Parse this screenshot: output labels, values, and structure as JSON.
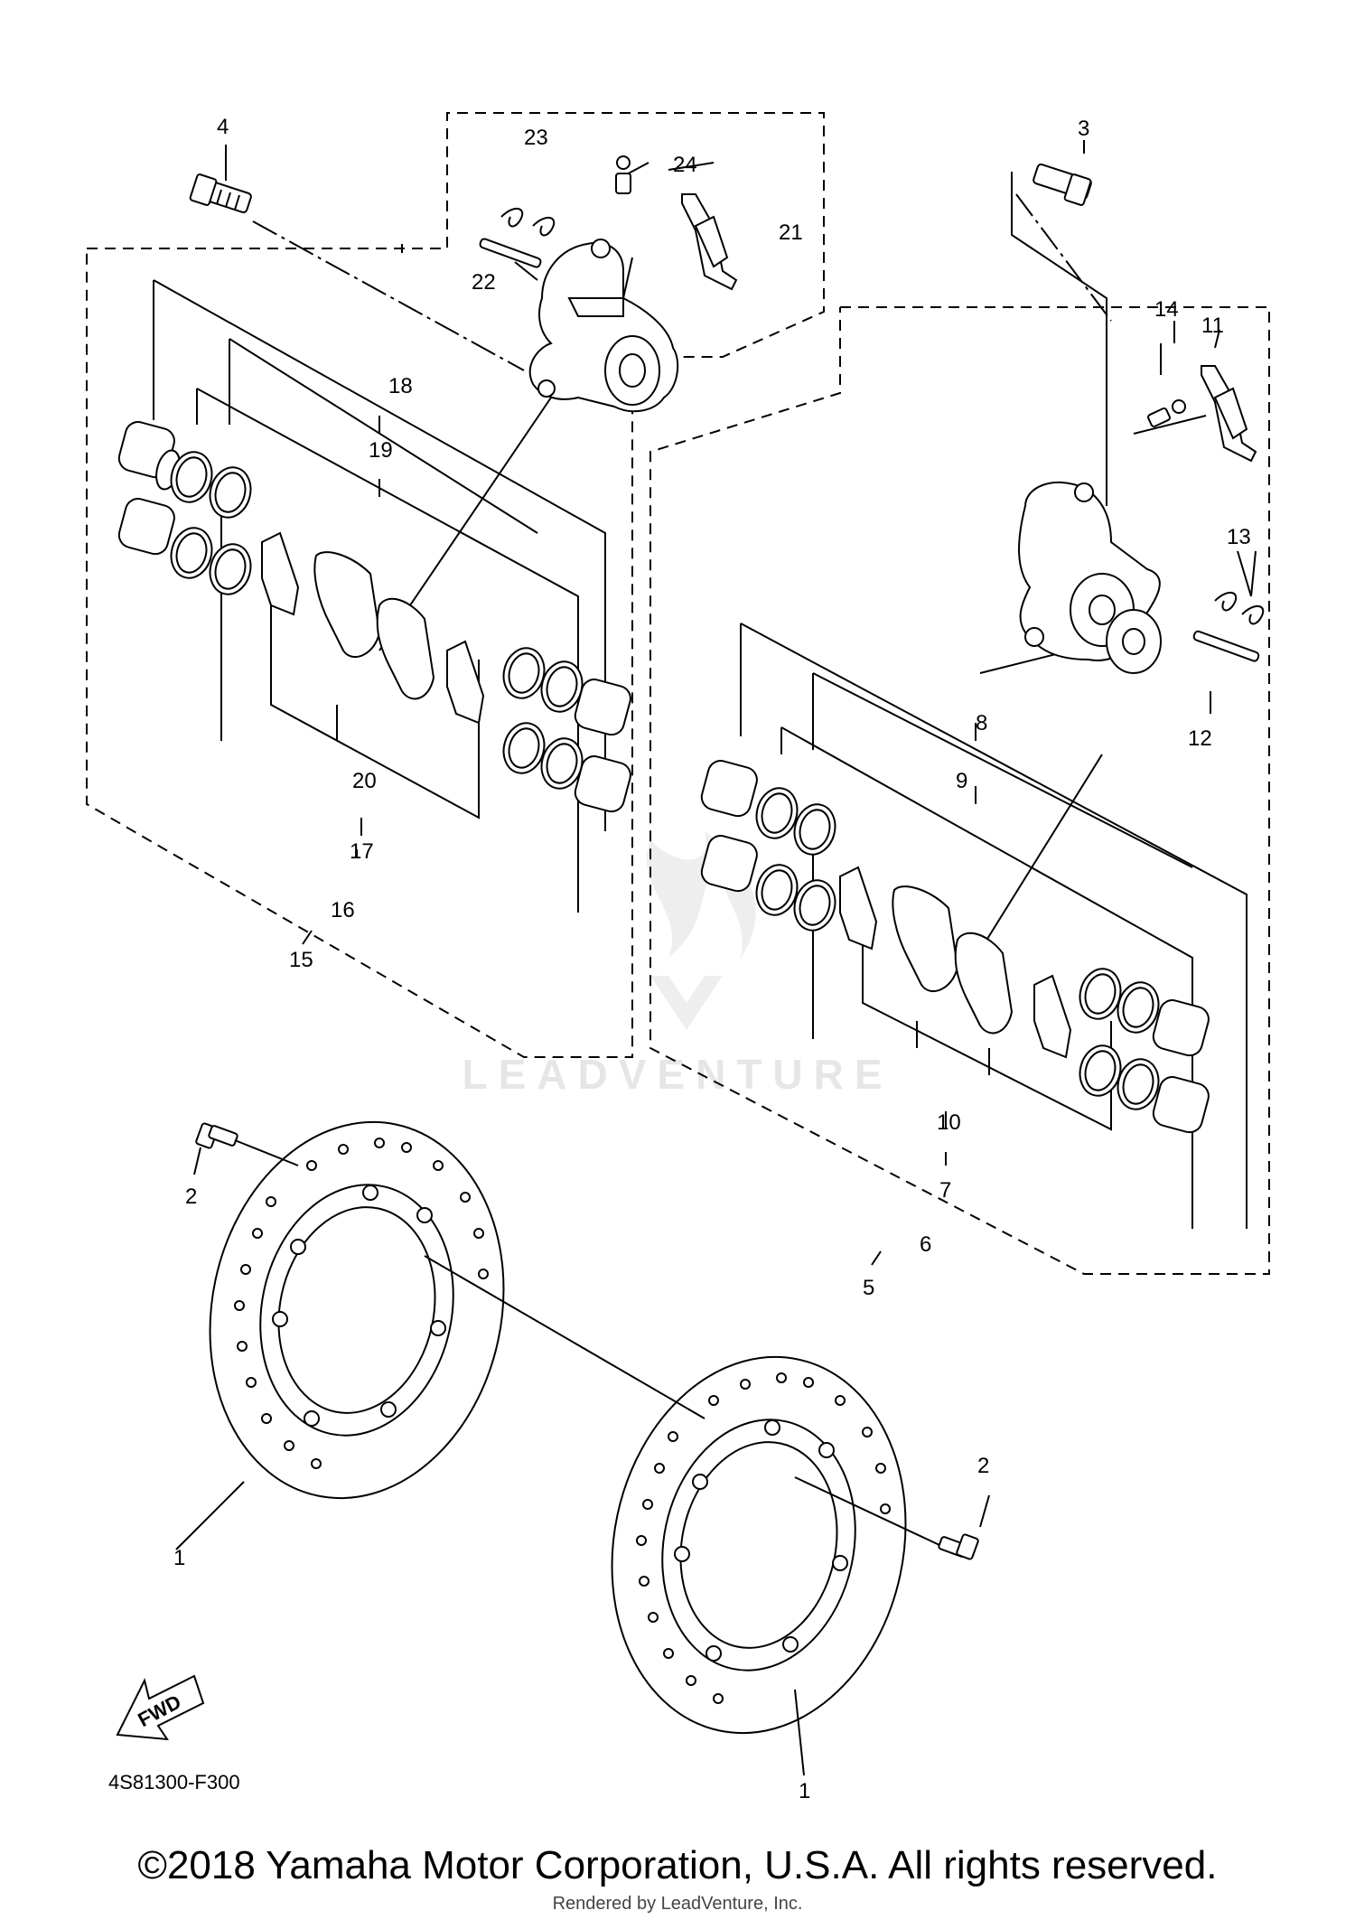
{
  "callouts": {
    "c1a": "1",
    "c1b": "1",
    "c2a": "2",
    "c2b": "2",
    "c3": "3",
    "c4": "4",
    "c5": "5",
    "c6": "6",
    "c7": "7",
    "c8": "8",
    "c9": "9",
    "c10": "10",
    "c11": "11",
    "c12": "12",
    "c13": "13",
    "c14": "14",
    "c15": "15",
    "c16": "16",
    "c17": "17",
    "c18": "18",
    "c19": "19",
    "c20": "20",
    "c21": "21",
    "c22": "22",
    "c23": "23",
    "c24": "24"
  },
  "fwd_label": "FWD",
  "diagram_code": "4S81300-F300",
  "watermark": "LEADVENTURE",
  "copyright": "©2018 Yamaha Motor Corporation, U.S.A. All rights reserved.",
  "rendered_by": "Rendered by LeadVenture, Inc."
}
